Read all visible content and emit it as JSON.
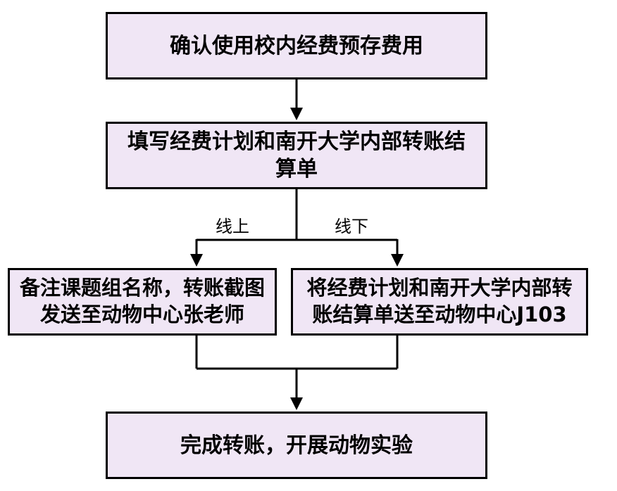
{
  "steps": {
    "step1": "确认使用校内经费预存费用",
    "step2": "填写经费计划和南开大学内部转账结算单",
    "step3": "备注课题组名称，转账截图发送至动物中心张老师",
    "step4": "将经费计划和南开大学内部转账结算单送至动物中心J103",
    "step5": "完成转账，开展动物实验"
  },
  "branches": {
    "online": "线上",
    "offline": "线下"
  },
  "colors": {
    "box_fill": "#f0e6f5",
    "stroke": "#000000"
  }
}
